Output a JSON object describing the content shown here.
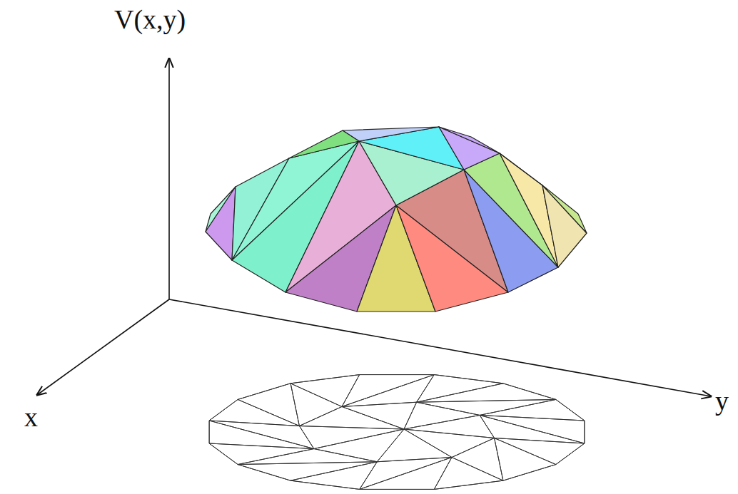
{
  "diagram": {
    "labels": [
      "V(x,y)",
      "x",
      "y"
    ]
  }
}
